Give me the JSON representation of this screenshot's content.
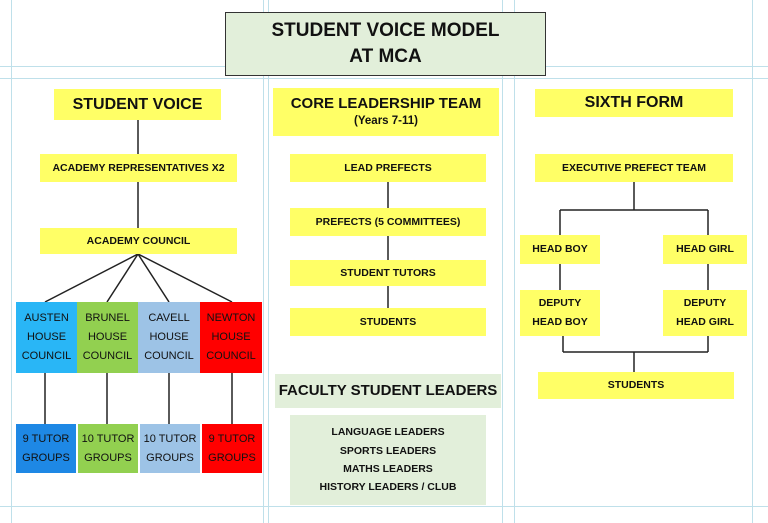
{
  "title": {
    "line1": "STUDENT VOICE MODEL",
    "line2": "AT MCA"
  },
  "left": {
    "header": "STUDENT VOICE",
    "representatives": "ACADEMY REPRESENTATIVES X2",
    "council": "ACADEMY COUNCIL",
    "houses": [
      {
        "name": "AUSTEN",
        "line2": "HOUSE",
        "line3": "COUNCIL",
        "color": "#29b6f6"
      },
      {
        "name": "BRUNEL",
        "line2": "HOUSE",
        "line3": "COUNCIL",
        "color": "#92d050"
      },
      {
        "name": "CAVELL",
        "line2": "HOUSE",
        "line3": "COUNCIL",
        "color": "#9dc3e6"
      },
      {
        "name": "NEWTON",
        "line2": "HOUSE",
        "line3": "COUNCIL",
        "color": "#ff0000"
      }
    ],
    "tutor_groups": [
      {
        "line1": "9 TUTOR",
        "line2": "GROUPS",
        "color": "#1e88e5"
      },
      {
        "line1": "10 TUTOR",
        "line2": "GROUPS",
        "color": "#92d050"
      },
      {
        "line1": "10 TUTOR",
        "line2": "GROUPS",
        "color": "#9dc3e6"
      },
      {
        "line1": "9 TUTOR",
        "line2": "GROUPS",
        "color": "#ff0000"
      }
    ]
  },
  "middle": {
    "header": "CORE LEADERSHIP TEAM",
    "subheader": "(Years 7-11)",
    "items": [
      "LEAD PREFECTS",
      "PREFECTS (5 COMMITTEES)",
      "STUDENT TUTORS",
      "STUDENTS"
    ],
    "faculty_header": "FACULTY STUDENT LEADERS",
    "faculty_items": [
      "LANGUAGE LEADERS",
      "SPORTS LEADERS",
      "MATHS LEADERS",
      "HISTORY LEADERS / CLUB"
    ]
  },
  "right": {
    "header": "SIXTH FORM",
    "executive": "EXECUTIVE PREFECT TEAM",
    "head_boy": "HEAD  BOY",
    "head_girl": "HEAD  GIRL",
    "deputy_boy": {
      "line1": "DEPUTY",
      "line2": "HEAD BOY"
    },
    "deputy_girl": {
      "line1": "DEPUTY",
      "line2": "HEAD GIRL"
    },
    "students": "STUDENTS"
  }
}
